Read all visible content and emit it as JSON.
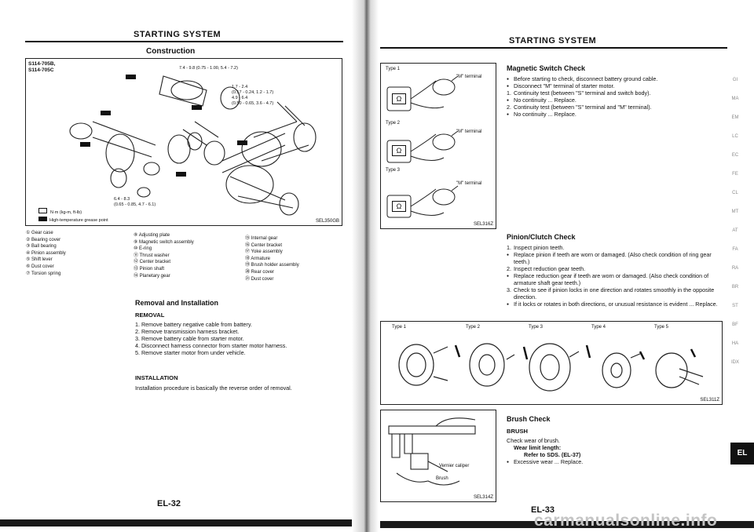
{
  "left_page": {
    "header": "STARTING SYSTEM",
    "section_title": "Construction",
    "models": [
      "S114-705B,",
      "S114-705C"
    ],
    "torque_notes": [
      "7.4 - 9.8 (0.75 - 1.00, 5.4 - 7.2)",
      "1.7 - 2.4",
      "(0.17 - 0.24, 1.2 - 1.7)",
      "4.9 - 6.4",
      "(0.50 - 0.65, 3.6 - 4.7)",
      "6.4 - 8.3",
      "(0.65 - 0.85, 4.7 - 6.1)"
    ],
    "legend": [
      "N·m (kg-m, ft-lb)",
      "High-temperature grease point"
    ],
    "figure_code": "SEL350GB",
    "parts_col1": [
      "① Gear case",
      "② Bearing cover",
      "③ Ball bearing",
      "④ Pinion assembly",
      "⑤ Shift lever",
      "⑥ Dust cover",
      "⑦ Torsion spring"
    ],
    "parts_col2": [
      "⑧ Adjusting plate",
      "⑨ Magnetic switch assembly",
      "⑩ E-ring",
      "⑪ Thrust washer",
      "⑫ Center bracket",
      "⑬ Pinion shaft",
      "⑭ Planetary gear"
    ],
    "parts_col3": [
      "⑮ Internal gear",
      "⑯ Center bracket",
      "⑰ Yoke assembly",
      "⑱ Armature",
      "⑲ Brush holder assembly",
      "⑳ Rear cover",
      "㉑ Dust cover"
    ],
    "removal_title": "Removal and Installation",
    "removal_sub": "REMOVAL",
    "removal_steps": [
      "1. Remove battery negative cable from battery.",
      "2. Remove transmission harness bracket.",
      "3. Remove battery cable from starter motor.",
      "4. Disconnect harness connector from starter motor harness.",
      "5. Remove starter motor from under vehicle."
    ],
    "install_sub": "INSTALLATION",
    "install_text": "Installation procedure is basically the reverse order of removal.",
    "page_number": "EL-32"
  },
  "right_page": {
    "header": "STARTING SYSTEM",
    "type_labels": [
      "Type 1",
      "Type 2",
      "Type 3"
    ],
    "m_terminal": "\"M\" terminal",
    "ohm": "Ω",
    "fig1_code": "SEL316Z",
    "magnetic_title": "Magnetic Switch Check",
    "magnetic_items": [
      {
        "k": "bul",
        "n": "",
        "t": "Before starting to check, disconnect battery ground cable."
      },
      {
        "k": "bul",
        "n": "",
        "t": "Disconnect \"M\" terminal of starter motor."
      },
      {
        "k": "num",
        "n": "1.",
        "t": "Continuity test (between \"S\" terminal and switch body)."
      },
      {
        "k": "bul",
        "n": "",
        "t": "No continuity ... Replace."
      },
      {
        "k": "num",
        "n": "2.",
        "t": "Continuity test (between \"S\" terminal and \"M\" terminal)."
      },
      {
        "k": "bul",
        "n": "",
        "t": "No continuity ... Replace."
      }
    ],
    "pinion_title": "Pinion/Clutch Check",
    "pinion_items": [
      {
        "k": "num",
        "n": "1.",
        "t": "Inspect pinion teeth."
      },
      {
        "k": "bul",
        "n": "",
        "t": "Replace pinion if teeth are worn or damaged. (Also check condition of ring gear teeth.)"
      },
      {
        "k": "num",
        "n": "2.",
        "t": "Inspect reduction gear teeth."
      },
      {
        "k": "bul",
        "n": "",
        "t": "Replace reduction gear if teeth are worn or damaged. (Also check condition of armature shaft gear teeth.)"
      },
      {
        "k": "num",
        "n": "3.",
        "t": "Check to see if pinion locks in one direction and rotates smoothly in the opposite direction."
      },
      {
        "k": "bul",
        "n": "",
        "t": "If it locks or rotates in both directions, or unusual resistance is evident ... Replace."
      }
    ],
    "clutch_types": [
      "Type 1",
      "Type 2",
      "Type 3",
      "Type 4",
      "Type 5"
    ],
    "fig2_code": "SEL311Z",
    "vernier_label": "Vernier caliper",
    "brush_label": "Brush",
    "fig3_code": "SEL314Z",
    "brush_title": "Brush Check",
    "brush_sub": "BRUSH",
    "brush_line1": "Check wear of brush.",
    "brush_line2": "Wear limit length:",
    "brush_line3": "Refer to SDS. (EL-37)",
    "brush_line4": "Excessive wear ... Replace.",
    "page_number": "EL-33",
    "side_tab": "EL",
    "side_index": [
      "GI",
      "MA",
      "EM",
      "LC",
      "EC",
      "FE",
      "CL",
      "MT",
      "AT",
      "FA",
      "RA",
      "BR",
      "ST",
      "BF",
      "HA",
      "IDX"
    ]
  },
  "watermark": "carmanualsonline.info"
}
